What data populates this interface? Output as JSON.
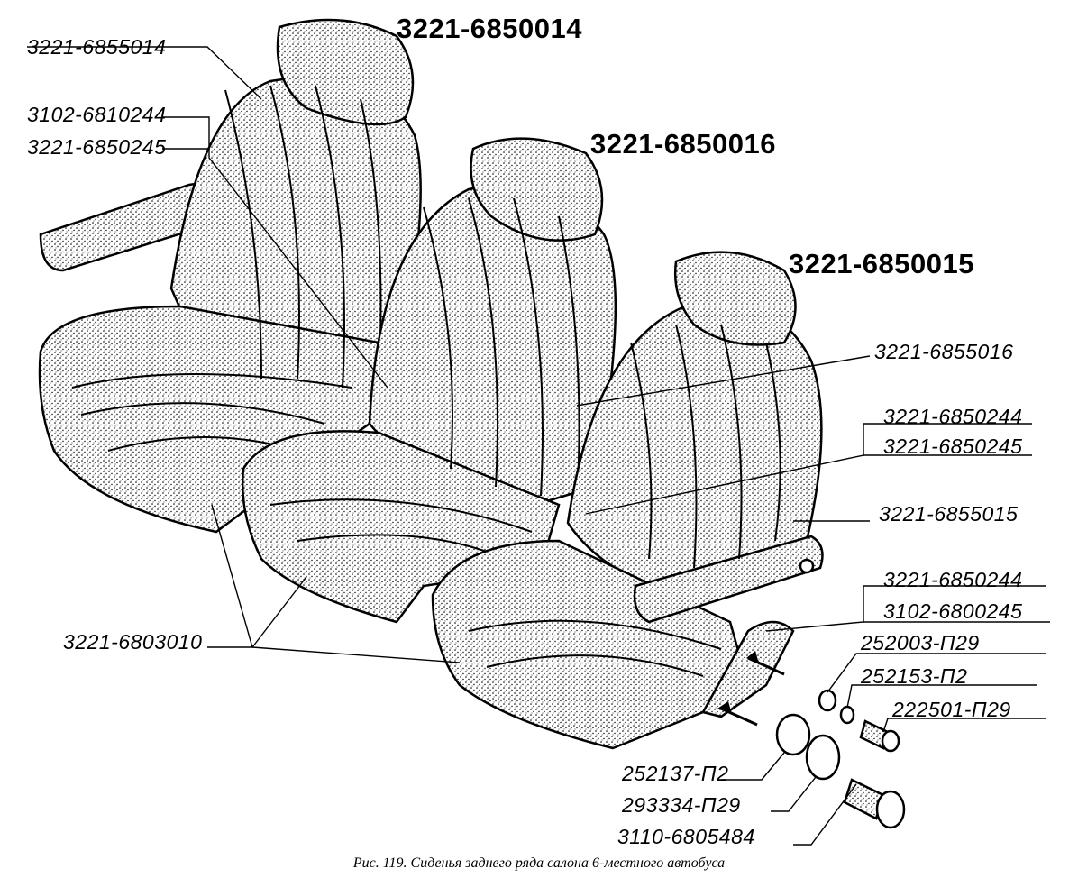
{
  "assemblies": {
    "seat_left": "3221-6850014",
    "seat_middle": "3221-6850016",
    "seat_right": "3221-6850015"
  },
  "callouts": {
    "headrest_left": "3221-6855014",
    "bracket_left_1": "3102-6810244",
    "bracket_left_2": "3221-6850245",
    "headrest_middle": "3221-6855016",
    "right_bracket_1": "3221-6850244",
    "right_bracket_2": "3221-6850245",
    "headrest_right": "3221-6855015",
    "armrest_1": "3221-6850244",
    "armrest_2": "3102-6800245",
    "washer_1": "252003-П29",
    "washer_2": "252153-П2",
    "bolt_small": "222501-П29",
    "spring_washer": "252137-П2",
    "flat_washer": "293334-П29",
    "bolt_large": "3110-6805484",
    "cushion": "3221-6803010"
  },
  "caption": "Рис. 119. Сиденья заднего ряда салона 6-местного автобуса"
}
